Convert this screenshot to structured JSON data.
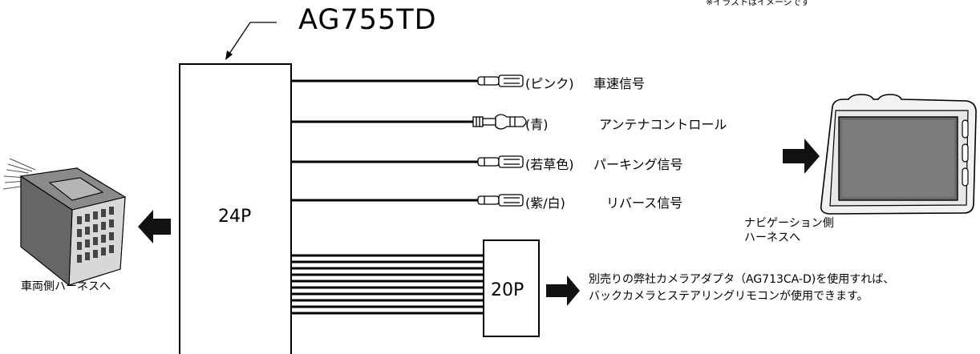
{
  "diagram": {
    "note": "※イラストはイメージです",
    "model": "AG755TD",
    "main_connector_label": "24P",
    "sub_connector_label": "20P",
    "wires": [
      {
        "color": "(ピンク)",
        "signal": "車速信号"
      },
      {
        "color": "(青)",
        "signal": "アンテナコントロール"
      },
      {
        "color": "(若草色)",
        "signal": "パーキング信号"
      },
      {
        "color": "(紫/白)",
        "signal": "リバース信号"
      }
    ],
    "vehicle_harness_label": "車両側ハーネスへ",
    "navigation_harness_label": [
      "ナビゲーション側",
      "ハーネスへ"
    ],
    "camera_adapter_text": [
      "別売りの弊社カメラアダプタ（AG713CA-D)を使用すれば、",
      "バックカメラとステアリングリモコンが使用できます。"
    ]
  }
}
